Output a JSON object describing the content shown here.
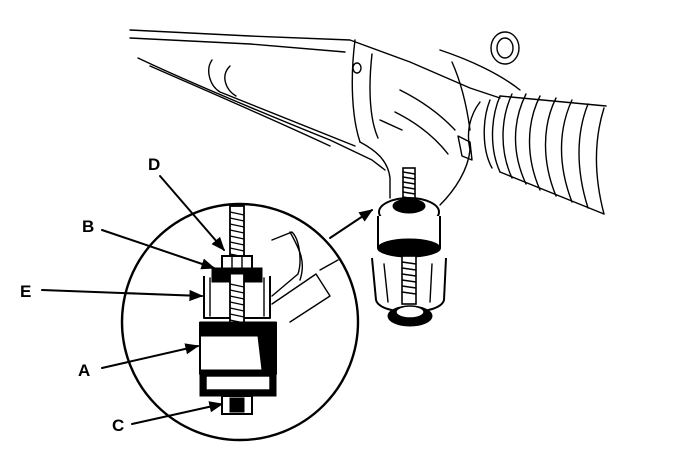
{
  "labels": {
    "D": "D",
    "B": "B",
    "E": "E",
    "A": "A",
    "C": "C"
  },
  "colors": {
    "line": "#000000",
    "background": "#ffffff"
  }
}
